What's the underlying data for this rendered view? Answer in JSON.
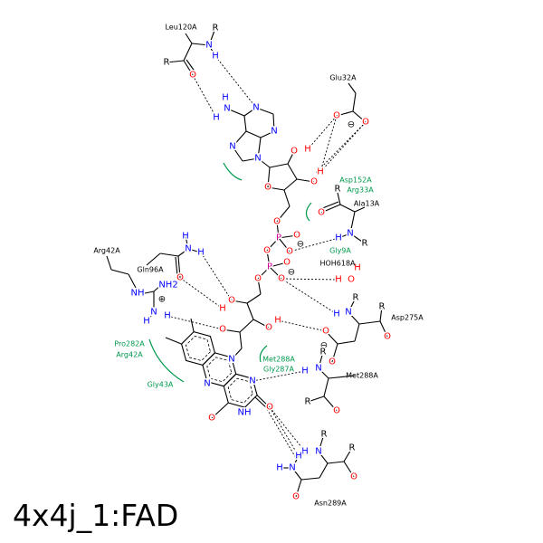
{
  "title": "4x4j_1:FAD",
  "colors": {
    "nitrogen": "#0000ff",
    "oxygen": "#ff0000",
    "phosphorus": "#cc0099",
    "carbon": "#000000",
    "hydrophobic": "#00994d"
  },
  "residue_labels": [
    "Leu120A",
    "Glu32A",
    "Asp152A",
    "Arg33A",
    "Ala13A",
    "Gly9A",
    "HOH618A",
    "Arg42A",
    "Gln96A",
    "Pro282A",
    "Arg42A",
    "Gly43A",
    "Asp275A",
    "Met288A",
    "Gly287A",
    "Met288A",
    "Asn289A"
  ],
  "atoms": [
    "R",
    "N",
    "H",
    "R",
    "O",
    "N",
    "H",
    "H",
    "N",
    "N",
    "N",
    "N",
    "O",
    "O",
    "⊖",
    "O",
    "O",
    "H",
    "O",
    "H",
    "O",
    "P",
    "O",
    "O",
    "⊖",
    "O",
    "P",
    "O",
    "O",
    "⊖",
    "O",
    "O",
    "H",
    "O",
    "H",
    "O",
    "R",
    "O",
    "N",
    "H",
    "R",
    "H",
    "O",
    "H",
    "N",
    "H",
    "H",
    "O",
    "NH",
    "NH2",
    "⊕",
    "N",
    "H",
    "H",
    "R",
    "N",
    "H",
    "R",
    "O",
    "O",
    "O",
    "⊖",
    "N",
    "N",
    "N",
    "NH",
    "O",
    "O",
    "R",
    "N",
    "H",
    "R",
    "O",
    "R",
    "N",
    "H",
    "R",
    "O",
    "N",
    "H",
    "H",
    "O"
  ]
}
